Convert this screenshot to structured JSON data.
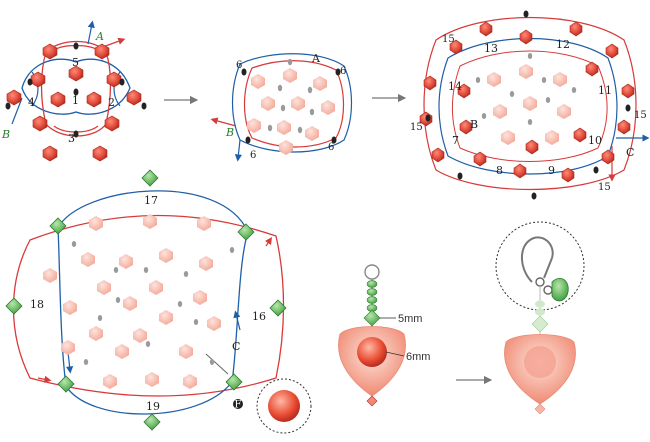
{
  "colors": {
    "red_bead": "#e04a3a",
    "red_bead_dark": "#b52d22",
    "pink_bead": "#f6b7ab",
    "green_bead": "#5cb85c",
    "green_bead_dark": "#2e7d32",
    "blue_thread": "#1f5fa8",
    "red_thread": "#d83a3a",
    "seed_bead": "#222222",
    "grey_seed": "#9a9a9a"
  },
  "step1": {
    "start_letter": "A",
    "end_letter": "B",
    "numbers": [
      "1",
      "2",
      "3",
      "4",
      "5"
    ]
  },
  "step2": {
    "start_letter": "A",
    "end_letter": "B",
    "seed_labels": [
      "6",
      "6",
      "6",
      "6"
    ]
  },
  "step3": {
    "start_letter": "B",
    "end_letter": "C",
    "numbers": [
      "7",
      "8",
      "9",
      "10",
      "11",
      "12",
      "13",
      "14"
    ],
    "outer_labels": [
      "15",
      "15",
      "15",
      "15"
    ]
  },
  "step4": {
    "start_letter": "C",
    "end_letter": "F",
    "numbers": [
      "16",
      "17",
      "18",
      "19"
    ]
  },
  "step5": {
    "label_top": "5mm",
    "label_mid": "6mm"
  }
}
